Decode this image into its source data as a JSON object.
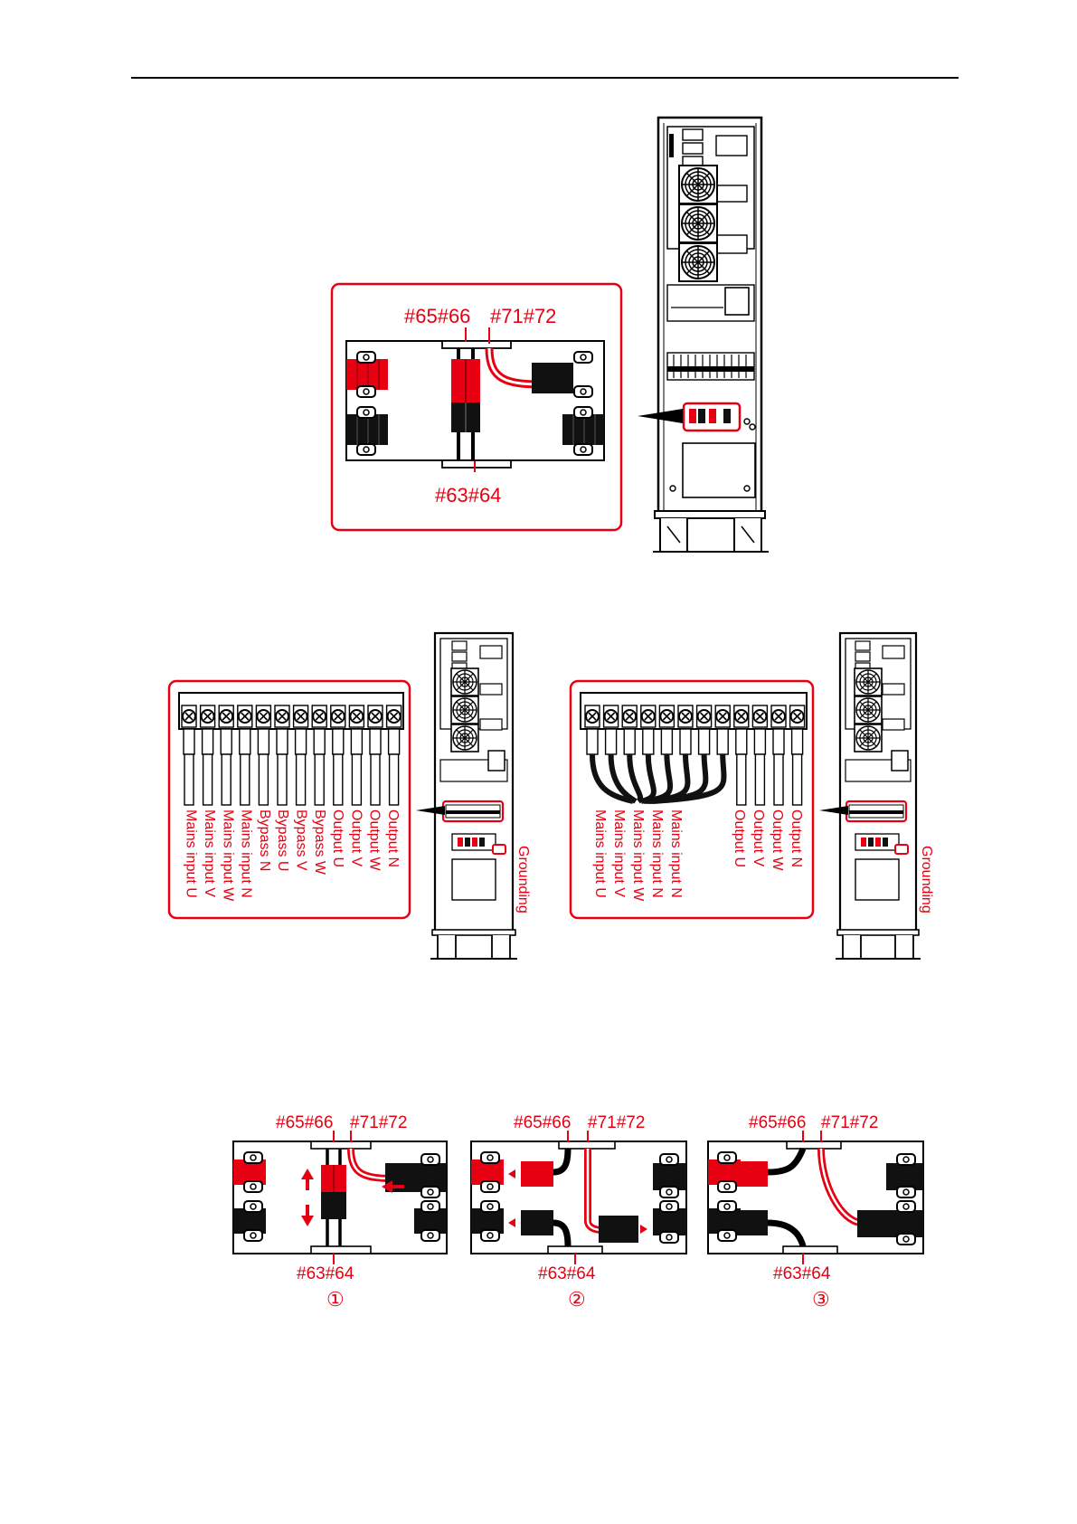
{
  "figure1": {
    "label_top_left": "#65#66",
    "label_top_right": "#71#72",
    "label_bottom": "#63#64"
  },
  "figure2": {
    "left_terminals": [
      "Output N",
      "Output W",
      "Output V",
      "Output U",
      "Bypass W",
      "Bypass V",
      "Bypass U",
      "Bypass N",
      "Mains input N",
      "Mains input W",
      "Mains input V",
      "Mains input U"
    ],
    "right_terminals": [
      "Output N",
      "Output W",
      "Output V",
      "Output U",
      "Mains input N",
      "Mains input N",
      "Mains input W",
      "Mains input V",
      "Mains input U"
    ],
    "grounding_label": "Grounding"
  },
  "figure3": {
    "steps": [
      {
        "label_top_left": "#65#66",
        "label_top_right": "#71#72",
        "label_bottom": "#63#64",
        "step_marker": "①"
      },
      {
        "label_top_left": "#65#66",
        "label_top_right": "#71#72",
        "label_bottom": "#63#64",
        "step_marker": "②"
      },
      {
        "label_top_left": "#65#66",
        "label_top_right": "#71#72",
        "label_bottom": "#63#64",
        "step_marker": "③"
      }
    ]
  },
  "colors": {
    "accent_red": "#e60012",
    "ink": "#000000"
  }
}
